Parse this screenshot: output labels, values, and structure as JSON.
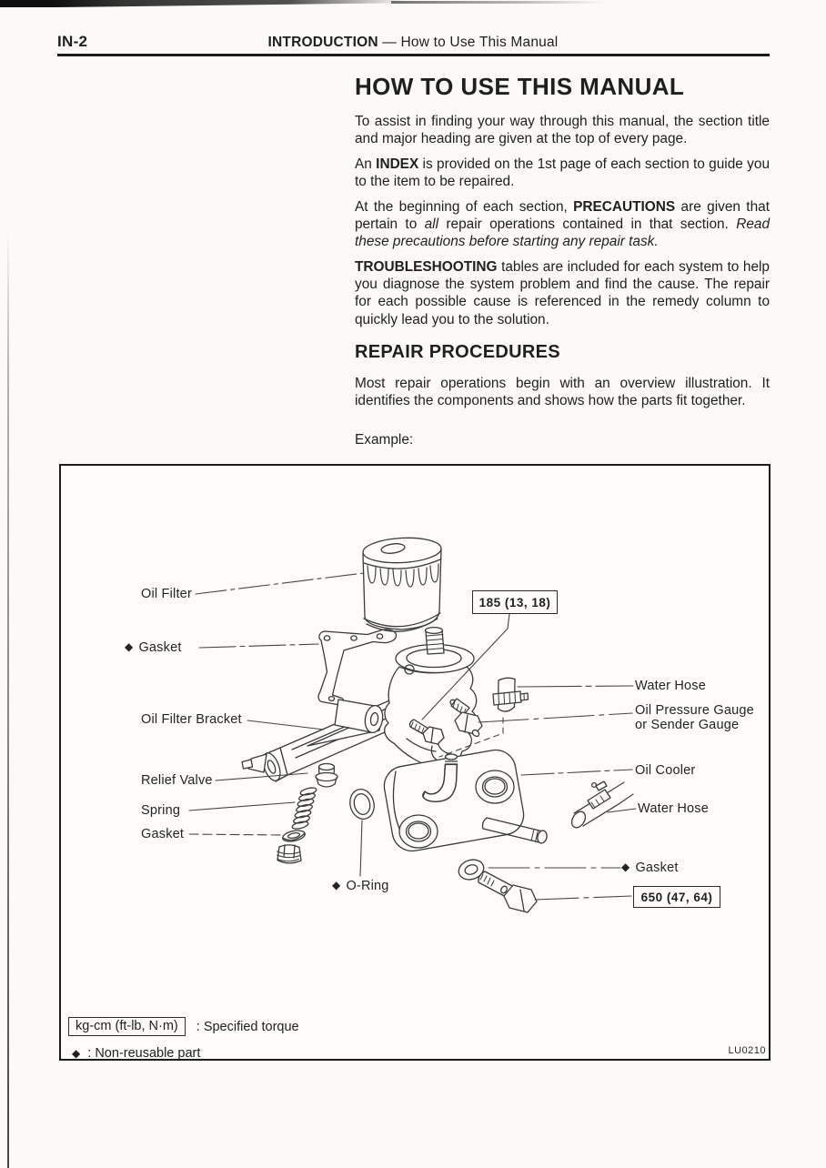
{
  "header": {
    "page_number": "IN-2",
    "title_runs": [
      {
        "t": "INTRODUCTION",
        "b": true
      },
      {
        "t": " — How to Use This Manual"
      }
    ]
  },
  "doc": {
    "title": "HOW TO USE THIS MANUAL",
    "paragraphs": [
      {
        "runs": [
          {
            "t": "To assist in finding your way through this manual, the section title and major heading are given at the top of every page."
          }
        ]
      },
      {
        "runs": [
          {
            "t": "An "
          },
          {
            "t": "INDEX",
            "b": true
          },
          {
            "t": " is provided on the 1st page of each section to guide you to the item to be repaired."
          }
        ]
      },
      {
        "runs": [
          {
            "t": "At the beginning of each section, "
          },
          {
            "t": "PRECAUTIONS",
            "b": true
          },
          {
            "t": " are given that pertain to "
          },
          {
            "t": "all",
            "i": true
          },
          {
            "t": " repair operations contained in that section. "
          },
          {
            "t": "Read these precautions before starting any repair task.",
            "i": true
          }
        ]
      },
      {
        "runs": [
          {
            "t": "TROUBLESHOOTING",
            "b": true
          },
          {
            "t": " tables are included for each system to help you diagnose the system problem and find the cause. The repair for each possible cause is referenced in the remedy column to quickly lead you to the solution."
          }
        ]
      }
    ],
    "section_title": "REPAIR PROCEDURES",
    "section_paragraph_runs": [
      {
        "t": "Most repair operations begin with an overview illustration. It identifies the components and shows how the parts fit together."
      }
    ],
    "example_label": "Example:"
  },
  "figure": {
    "diamond": "◆",
    "labels": {
      "oil_filter": "Oil Filter",
      "gasket_top": "Gasket",
      "oil_filter_bracket": "Oil Filter Bracket",
      "relief_valve": "Relief Valve",
      "spring": "Spring",
      "gasket_left": "Gasket",
      "o_ring": "O-Ring",
      "water_hose_top": "Water Hose",
      "oil_pressure_gauge_line1": "Oil Pressure Gauge",
      "oil_pressure_gauge_line2": "or Sender Gauge",
      "oil_cooler": "Oil Cooler",
      "water_hose_right": "Water Hose",
      "gasket_right": "Gasket"
    },
    "torque_upper": "185 (13, 18)",
    "torque_lower": "650 (47, 64)",
    "legend": {
      "torque_box": "kg-cm (ft-lb, N·m)",
      "torque_desc": ": Specified torque",
      "nonreusable_desc": ": Non-reusable part"
    },
    "figure_code": "LU0210"
  },
  "colors": {
    "ink": "#1f1f1f",
    "paper": "#fbfaf7",
    "line_art": "#3a3a3a"
  }
}
